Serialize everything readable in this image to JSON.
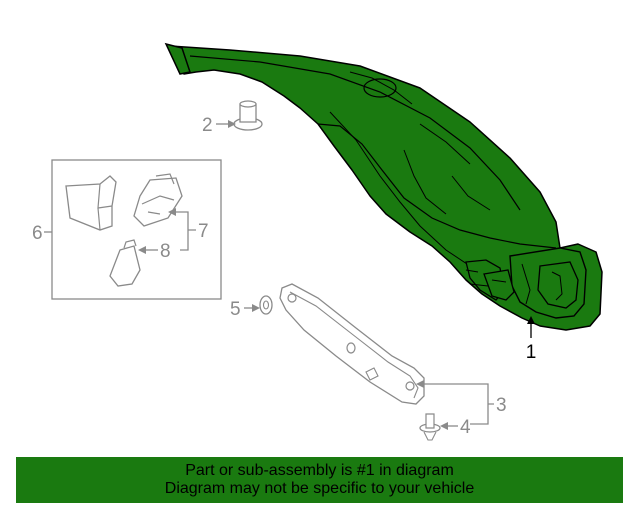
{
  "colors": {
    "highlight": "#1a7a10",
    "line": "#8a8a8a",
    "outline": "#000000"
  },
  "callouts": {
    "c1": "1",
    "c2": "2",
    "c3": "3",
    "c4": "4",
    "c5": "5",
    "c6": "6",
    "c7": "7",
    "c8": "8"
  },
  "banner": {
    "line1": "Part or sub-assembly is #1 in diagram",
    "line2": "Diagram may not be specific to your vehicle"
  }
}
